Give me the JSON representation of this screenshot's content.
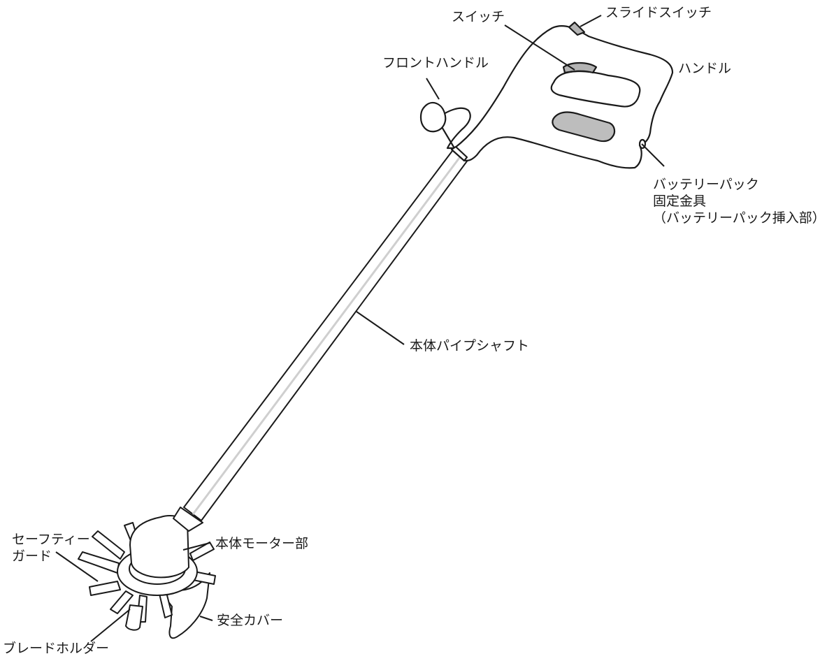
{
  "labels": {
    "switch": "スイッチ",
    "slide_switch": "スライドスイッチ",
    "front_handle": "フロントハンドル",
    "handle": "ハンドル",
    "battery_lock": "バッテリーパック\n固定金具\n（バッテリーパック挿入部）",
    "pipe_shaft": "本体パイプシャフト",
    "safety_guard": "セーフティー\nガード",
    "motor_unit": "本体モーター部",
    "safety_cover": "安全カバー",
    "blade_holder": "ブレードホルダー"
  },
  "colors": {
    "line": "#1a1a1a",
    "body_fill": "#ffffff",
    "switch_fill": "#b3b3b3",
    "battery_slot_fill": "#bdbdbd"
  }
}
